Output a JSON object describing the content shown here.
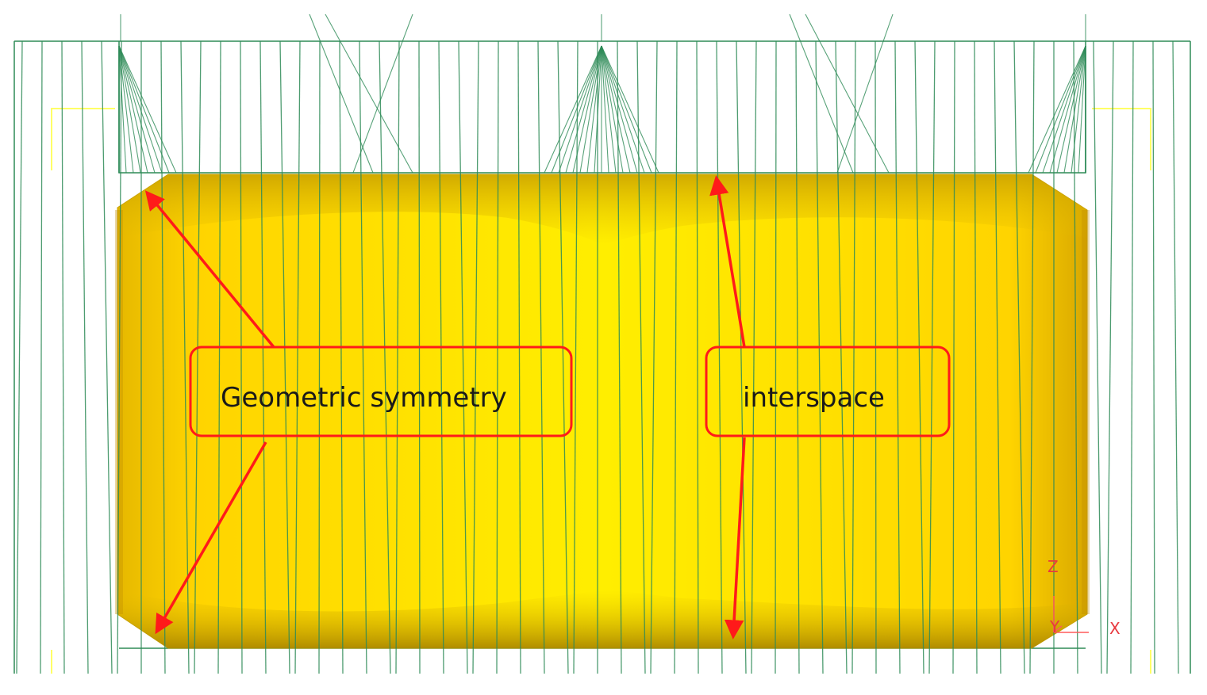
{
  "callouts": {
    "symmetry_label": "Geometric symmetry",
    "interspace_label": "interspace"
  },
  "axes": {
    "z_label": "Z",
    "y_label": "Y",
    "x_label": "X"
  },
  "colors": {
    "background": "#ffffff",
    "mesh_line": "#2e8b57",
    "body_fill": "#ffd700",
    "body_shadow": "#b8960c",
    "annotation": "#ff1a1a",
    "guide_yellow": "#ffff66"
  }
}
